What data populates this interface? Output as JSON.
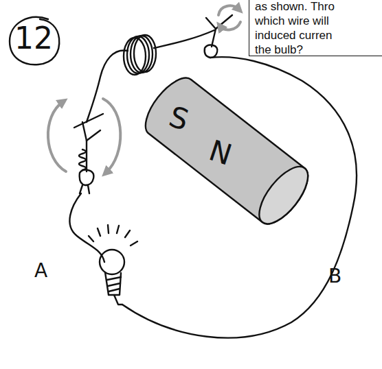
{
  "diagram": {
    "nodes": [
      {
        "text": [
          "12"
        ]
      },
      {
        "text": [
          "as shown. Thro which wire will induced curren the bulb?"
        ]
      },
      {
        "text": [
          "S",
          "N"
        ]
      }
    ],
    "labels": [
      "A",
      "B"
    ]
  }
}
